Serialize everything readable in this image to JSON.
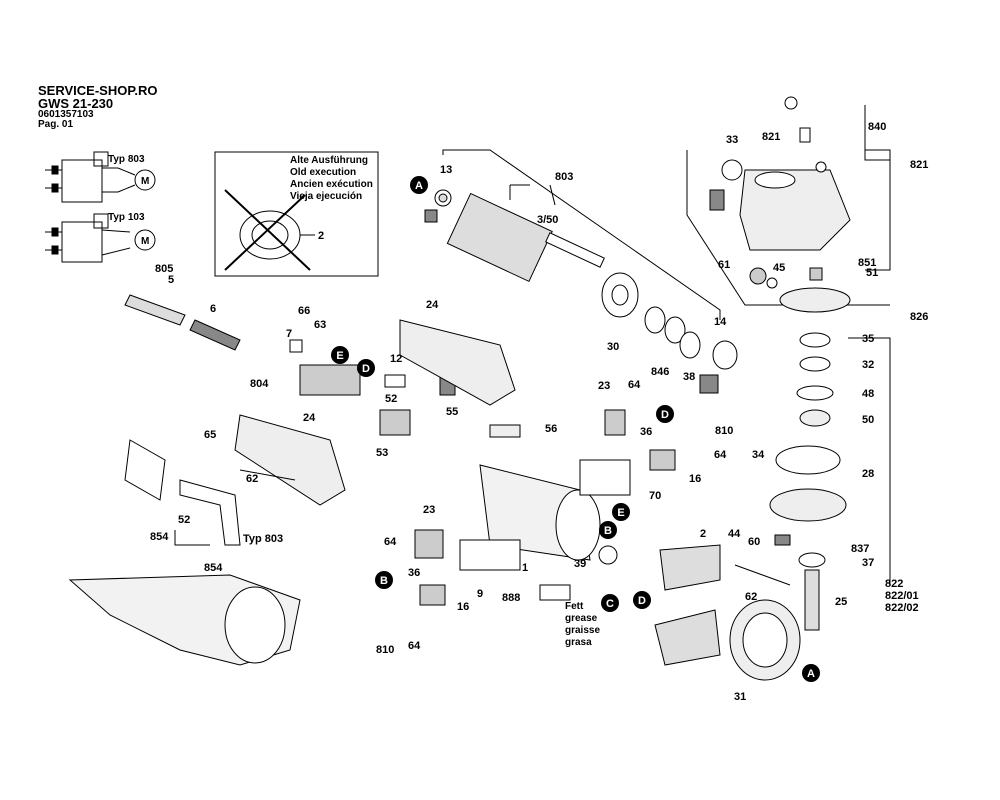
{
  "header": {
    "site": "SERVICE-SHOP.RO",
    "model": "GWS 21-230",
    "part_number": "0601357103",
    "page": "Pag. 01"
  },
  "wiring": {
    "typ_803": "Typ 803",
    "typ_103": "Typ 103",
    "motor_symbol": "M"
  },
  "old_execution_box": {
    "lines": [
      "Alte Ausführung",
      "Old execution",
      "Ancien exécution",
      "Vieja ejecución"
    ],
    "part": "2"
  },
  "grease_note": [
    "Fett",
    "grease",
    "graisse",
    "grasa"
  ],
  "markers": [
    "A",
    "B",
    "C",
    "D",
    "E"
  ],
  "typ_803_handle": "Typ 803",
  "part_labels": {
    "p13": "13",
    "p803": "803",
    "p3_50": "3/50",
    "p14": "14",
    "p30": "30",
    "p846": "846",
    "p38": "38",
    "p33": "33",
    "p821a": "821",
    "p840": "840",
    "p821b": "821",
    "p61": "61",
    "p45": "45",
    "p851": "851",
    "p51": "51",
    "p826": "826",
    "p35": "35",
    "p32": "32",
    "p48": "48",
    "p50": "50",
    "p34": "34",
    "p28": "28",
    "p60": "60",
    "p837": "837",
    "p37": "37",
    "p822": "822",
    "p822_01": "822/01",
    "p822_02": "822/02",
    "p25": "25",
    "p805": "805",
    "p5": "5",
    "p6": "6",
    "p66": "66",
    "p7": "7",
    "p63": "63",
    "p12": "12",
    "p804": "804",
    "p24a": "24",
    "p52a": "52",
    "p55": "55",
    "p53": "53",
    "p24b": "24",
    "p65": "65",
    "p62a": "62",
    "p52b": "52",
    "p854a": "854",
    "p854b": "854",
    "p23a": "23",
    "p64a": "64",
    "p56": "56",
    "p810a": "810",
    "p36a": "36",
    "p64b": "64",
    "p16a": "16",
    "p70": "70",
    "p23b": "23",
    "p64c": "64",
    "p1": "1",
    "p9": "9",
    "p36b": "36",
    "p16b": "16",
    "p888": "888",
    "p810b": "810",
    "p64d": "64",
    "p39": "39",
    "p2": "2",
    "p44": "44",
    "p62b": "62",
    "p31": "31"
  }
}
